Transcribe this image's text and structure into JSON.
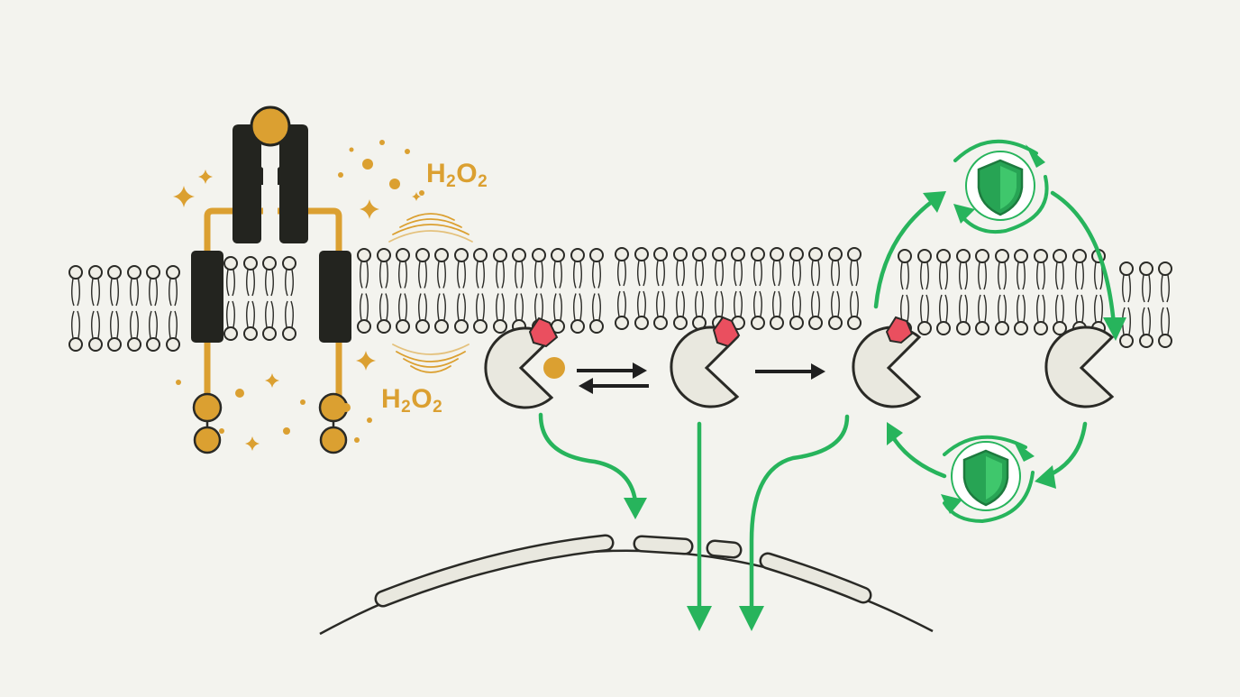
{
  "labels": {
    "h2o2_top": {
      "a": "H",
      "sub": "2",
      "b": "O",
      "sub2": "2"
    },
    "h2o2_bottom": {
      "a": "H",
      "sub": "2",
      "b": "O",
      "sub2": "2"
    }
  },
  "colors": {
    "background": "#f3f3ee",
    "receptor": "#23241f",
    "ligand_gold": "#dba031",
    "oxidation_red": "#ea4f5f",
    "protein_fill": "#e9e8df",
    "membrane_outline": "#2a2a26",
    "pathway_green": "#27b45c",
    "shield_green": "#27a454",
    "equilibrium_black": "#1f1f1f"
  },
  "icons": {
    "receptor": "dimeric-receptor-icon",
    "protein": "pacman-protein-icon",
    "shield": "shield-icon",
    "sparkle": "sparkle-icon"
  }
}
